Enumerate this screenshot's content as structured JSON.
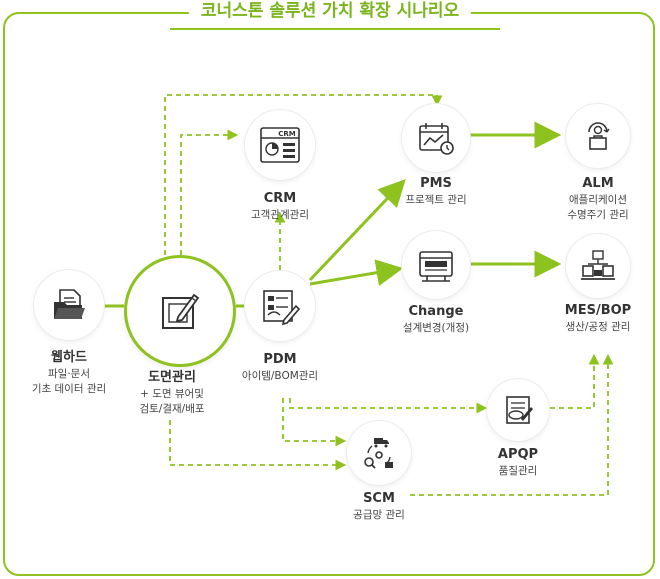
{
  "title": "코너스톤 솔루션 가치 확장 시나리오",
  "colors": {
    "accent": "#8dc21f",
    "title": "#7ab51d",
    "text": "#333333"
  },
  "nodes": {
    "webhard": {
      "name": "웹하드",
      "desc1": "파일·문서",
      "desc2": "기초 데이터 관리",
      "icon": "folder-icon"
    },
    "drawing": {
      "name": "도면관리",
      "desc1": "+ 도면 뷰어및",
      "desc2": "검토/결재/배포",
      "icon": "drawing-edit-icon"
    },
    "crm": {
      "name": "CRM",
      "desc1": "고객관계관리",
      "icon": "crm-icon",
      "icon_text": "CRM"
    },
    "pdm": {
      "name": "PDM",
      "desc1": "아이템/BOM관리",
      "icon": "bom-icon"
    },
    "pms": {
      "name": "PMS",
      "desc1": "프로젝트 관리",
      "icon": "project-schedule-icon"
    },
    "change": {
      "name": "Change",
      "desc1": "설계변경(개정)",
      "icon": "change-calendar-icon"
    },
    "alm": {
      "name": "ALM",
      "desc1": "애플리케이션",
      "desc2": "수명주기 관리",
      "icon": "lifecycle-icon"
    },
    "mesbop": {
      "name": "MES/BOP",
      "desc1": "생산/공정 관리",
      "icon": "factory-icon"
    },
    "apqp": {
      "name": "APQP",
      "desc1": "품질관리",
      "icon": "quality-icon"
    },
    "scm": {
      "name": "SCM",
      "desc1": "공급망 관리",
      "icon": "supply-chain-icon"
    }
  }
}
